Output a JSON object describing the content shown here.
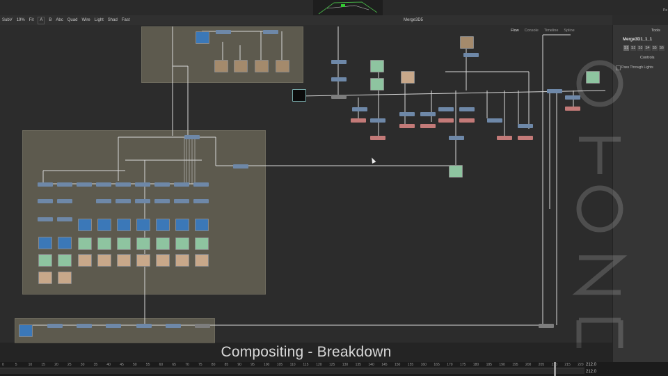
{
  "toolbar": {
    "subv": "SubV",
    "zoom": "19%",
    "fit": "Fit",
    "a": "A",
    "b": "B",
    "abc": "Abc",
    "quad": "Quad",
    "wire": "Wire",
    "light": "Light",
    "shad": "Shad",
    "fast": "Fast",
    "viewer_title": "Merge3D5"
  },
  "tabs": {
    "flow": "Flow",
    "console": "Console",
    "timeline": "Timeline",
    "spline": "Spline"
  },
  "right_panel": {
    "tools": "Tools",
    "node_name": "Merge3D1_1_1",
    "slots": [
      "S1",
      "S2",
      "S3",
      "S4",
      "S5",
      "S6"
    ],
    "controls": "Controls",
    "pass_through_lights": "Pass Through Lights",
    "partial_label": "Pe"
  },
  "caption": "Compositing - Breakdown",
  "timeline": {
    "ticks": [
      "0",
      "5",
      "10",
      "15",
      "20",
      "25",
      "30",
      "35",
      "40",
      "45",
      "50",
      "55",
      "60",
      "65",
      "70",
      "75",
      "80",
      "85",
      "90",
      "95",
      "100",
      "105",
      "110",
      "115",
      "120",
      "125",
      "130",
      "135",
      "140",
      "145",
      "150",
      "155",
      "160",
      "165",
      "170",
      "175",
      "180",
      "185",
      "190",
      "195",
      "200",
      "205",
      "210",
      "215",
      "220"
    ],
    "current_frame": "212.0",
    "end_frame": "212.0"
  },
  "colors": {
    "group_bg": "#5d5a4e",
    "flow_bg": "#2c2c2c",
    "tool_blue": "#6e88a8",
    "tool_red": "#c37a78"
  }
}
